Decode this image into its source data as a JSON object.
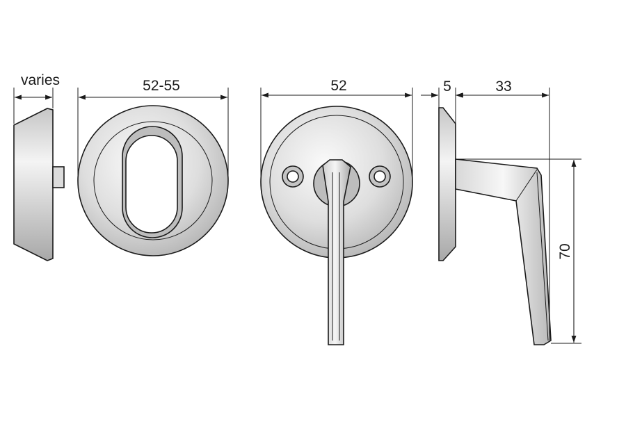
{
  "dimensions": {
    "rosette_thickness": "varies",
    "cylinder_rosette_diameter": "52-55",
    "handle_rosette_diameter": "52",
    "handle_base_thickness": "5",
    "handle_projection": "33",
    "handle_length": "70"
  },
  "colors": {
    "line": "#1a1a1a",
    "metal_light": "#f2f2f2",
    "metal_mid": "#c9c9c9",
    "metal_dark": "#9a9a9a",
    "background": "#ffffff"
  }
}
